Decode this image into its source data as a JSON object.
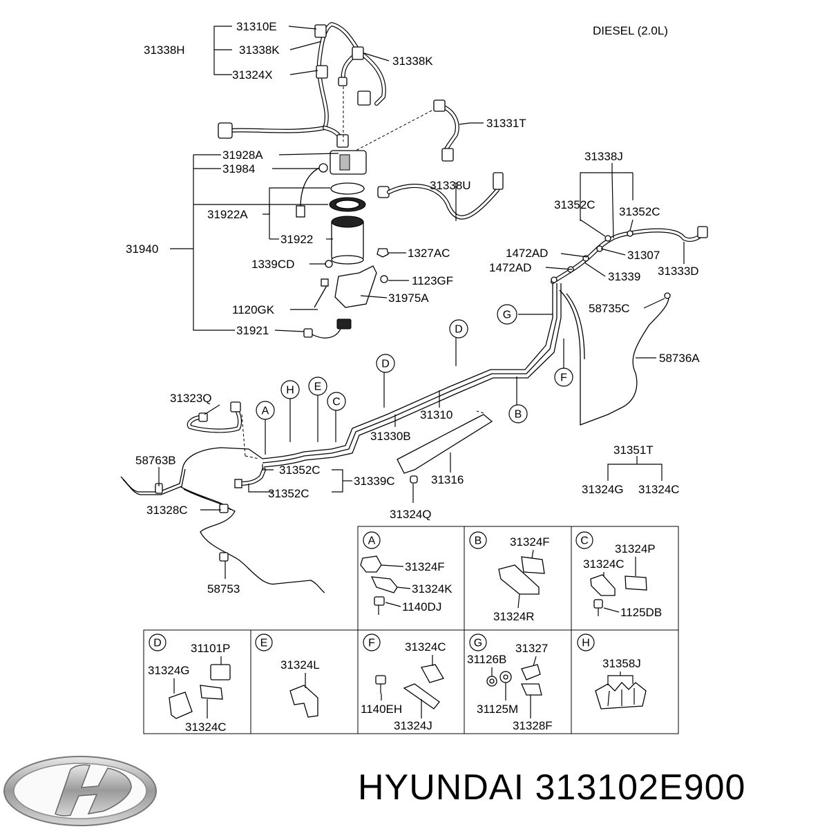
{
  "engine_label": "DIESEL (2.0L)",
  "footer": {
    "brand": "HYUNDAI",
    "part_number": "313102E900"
  },
  "labels": {
    "l31310E": "31310E",
    "l31338H": "31338H",
    "l31338K_a": "31338K",
    "l31324X": "31324X",
    "l31338K_b": "31338K",
    "l31331T": "31331T",
    "l31928A": "31928A",
    "l31984": "31984",
    "l31338U": "31338U",
    "l31922A": "31922A",
    "l31940": "31940",
    "l31922": "31922",
    "l1327AC": "1327AC",
    "l1339CD": "1339CD",
    "l1123GF": "1123GF",
    "l31975A": "31975A",
    "l1120GK": "1120GK",
    "l31921": "31921",
    "l31338J": "31338J",
    "l31352C_a": "31352C",
    "l31352C_b": "31352C",
    "l1472AD_a": "1472AD",
    "l31307": "31307",
    "l1472AD_b": "1472AD",
    "l31339": "31339",
    "l31333D": "31333D",
    "l58735C": "58735C",
    "l58736A": "58736A",
    "l31323Q": "31323Q",
    "l31310": "31310",
    "l31330B": "31330B",
    "l58763B": "58763B",
    "l31352C_c": "31352C",
    "l31339C": "31339C",
    "l31352C_d": "31352C",
    "l31316": "31316",
    "l31328C": "31328C",
    "l31324Q": "31324Q",
    "l31351T": "31351T",
    "l31324G": "31324G",
    "l31324C": "31324C",
    "l58753": "58753"
  },
  "callouts": {
    "G": "G",
    "D1": "D",
    "D2": "D",
    "F": "F",
    "B": "B",
    "H": "H",
    "E": "E",
    "C": "C",
    "A": "A"
  },
  "detail_boxes": {
    "A": {
      "letter": "A",
      "parts": [
        "31324F",
        "31324K",
        "1140DJ"
      ]
    },
    "B": {
      "letter": "B",
      "parts": [
        "31324F",
        "31324R"
      ]
    },
    "C": {
      "letter": "C",
      "parts": [
        "31324P",
        "31324C",
        "1125DB"
      ]
    },
    "D": {
      "letter": "D",
      "parts": [
        "31101P",
        "31324G",
        "31324C"
      ]
    },
    "E": {
      "letter": "E",
      "parts": [
        "31324L"
      ]
    },
    "F": {
      "letter": "F",
      "parts": [
        "31324C",
        "1140EH",
        "31324J"
      ]
    },
    "G": {
      "letter": "G",
      "parts": [
        "31126B",
        "31327",
        "31125M",
        "31328F"
      ]
    },
    "H": {
      "letter": "H",
      "parts": [
        "31358J"
      ]
    }
  },
  "icons": [
    "hyundai-logo-icon"
  ]
}
